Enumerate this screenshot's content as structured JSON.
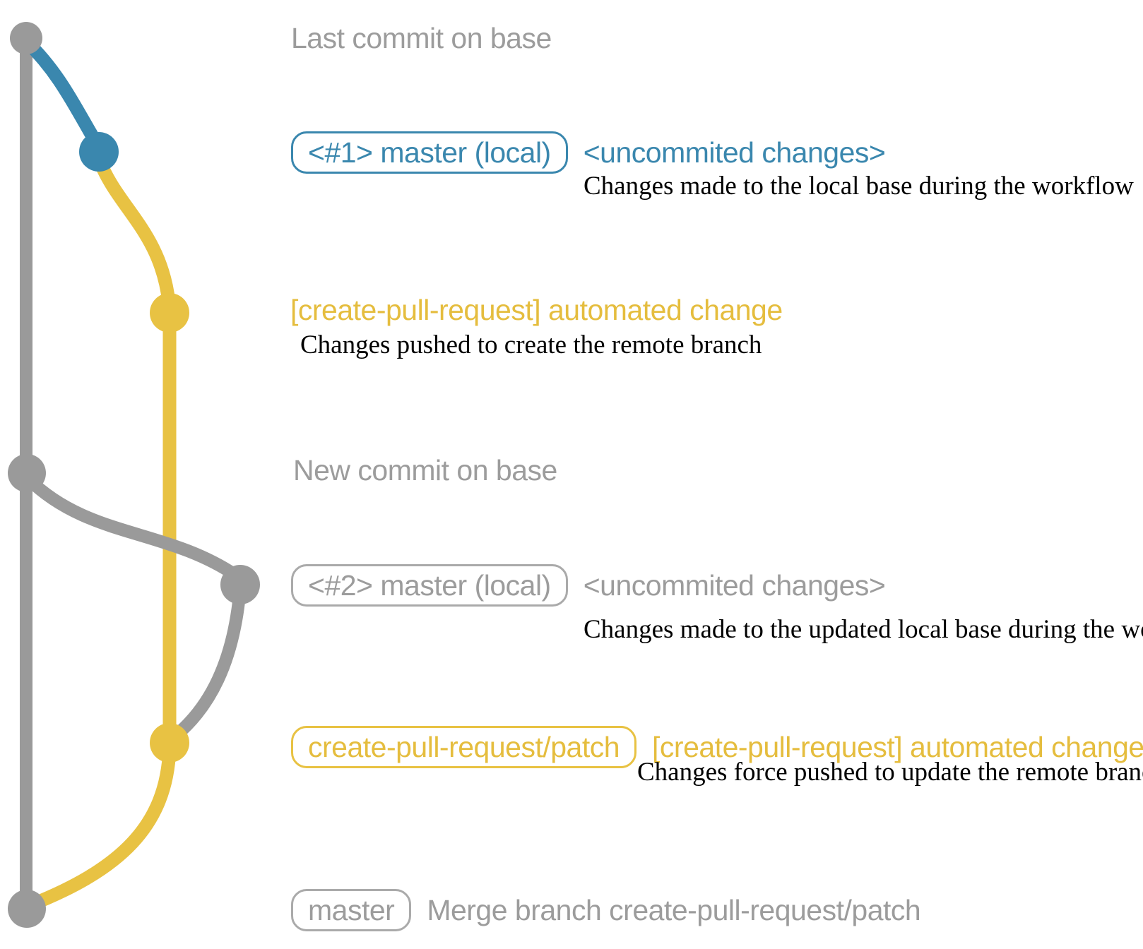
{
  "colors": {
    "blue": "#3a87ae",
    "yellow": "#e8c243",
    "yellow_text": "#e5bd3e",
    "gray": "#9a9a9a",
    "gray_text": "#9c9c9c",
    "gray_border": "#aaaaaa"
  },
  "annotations": {
    "last_commit": {
      "label": "Last commit on base"
    },
    "section1": {
      "badge": "<#1> master (local)",
      "status": "<uncommited changes>",
      "description": "Changes made to the local base during the workflow"
    },
    "section1_push": {
      "title": "[create-pull-request] automated change",
      "description": "Changes pushed to create the remote branch"
    },
    "new_commit": {
      "label": "New commit on base"
    },
    "section2": {
      "badge": "<#2> master (local)",
      "status": "<uncommited changes>",
      "description": "Changes made to the updated local base during the workflow"
    },
    "section2_push": {
      "badge": "create-pull-request/patch",
      "title": "[create-pull-request] automated change",
      "description": "Changes force pushed to update the remote branch"
    },
    "merge": {
      "badge": "master",
      "label": "Merge branch create-pull-request/patch"
    }
  }
}
